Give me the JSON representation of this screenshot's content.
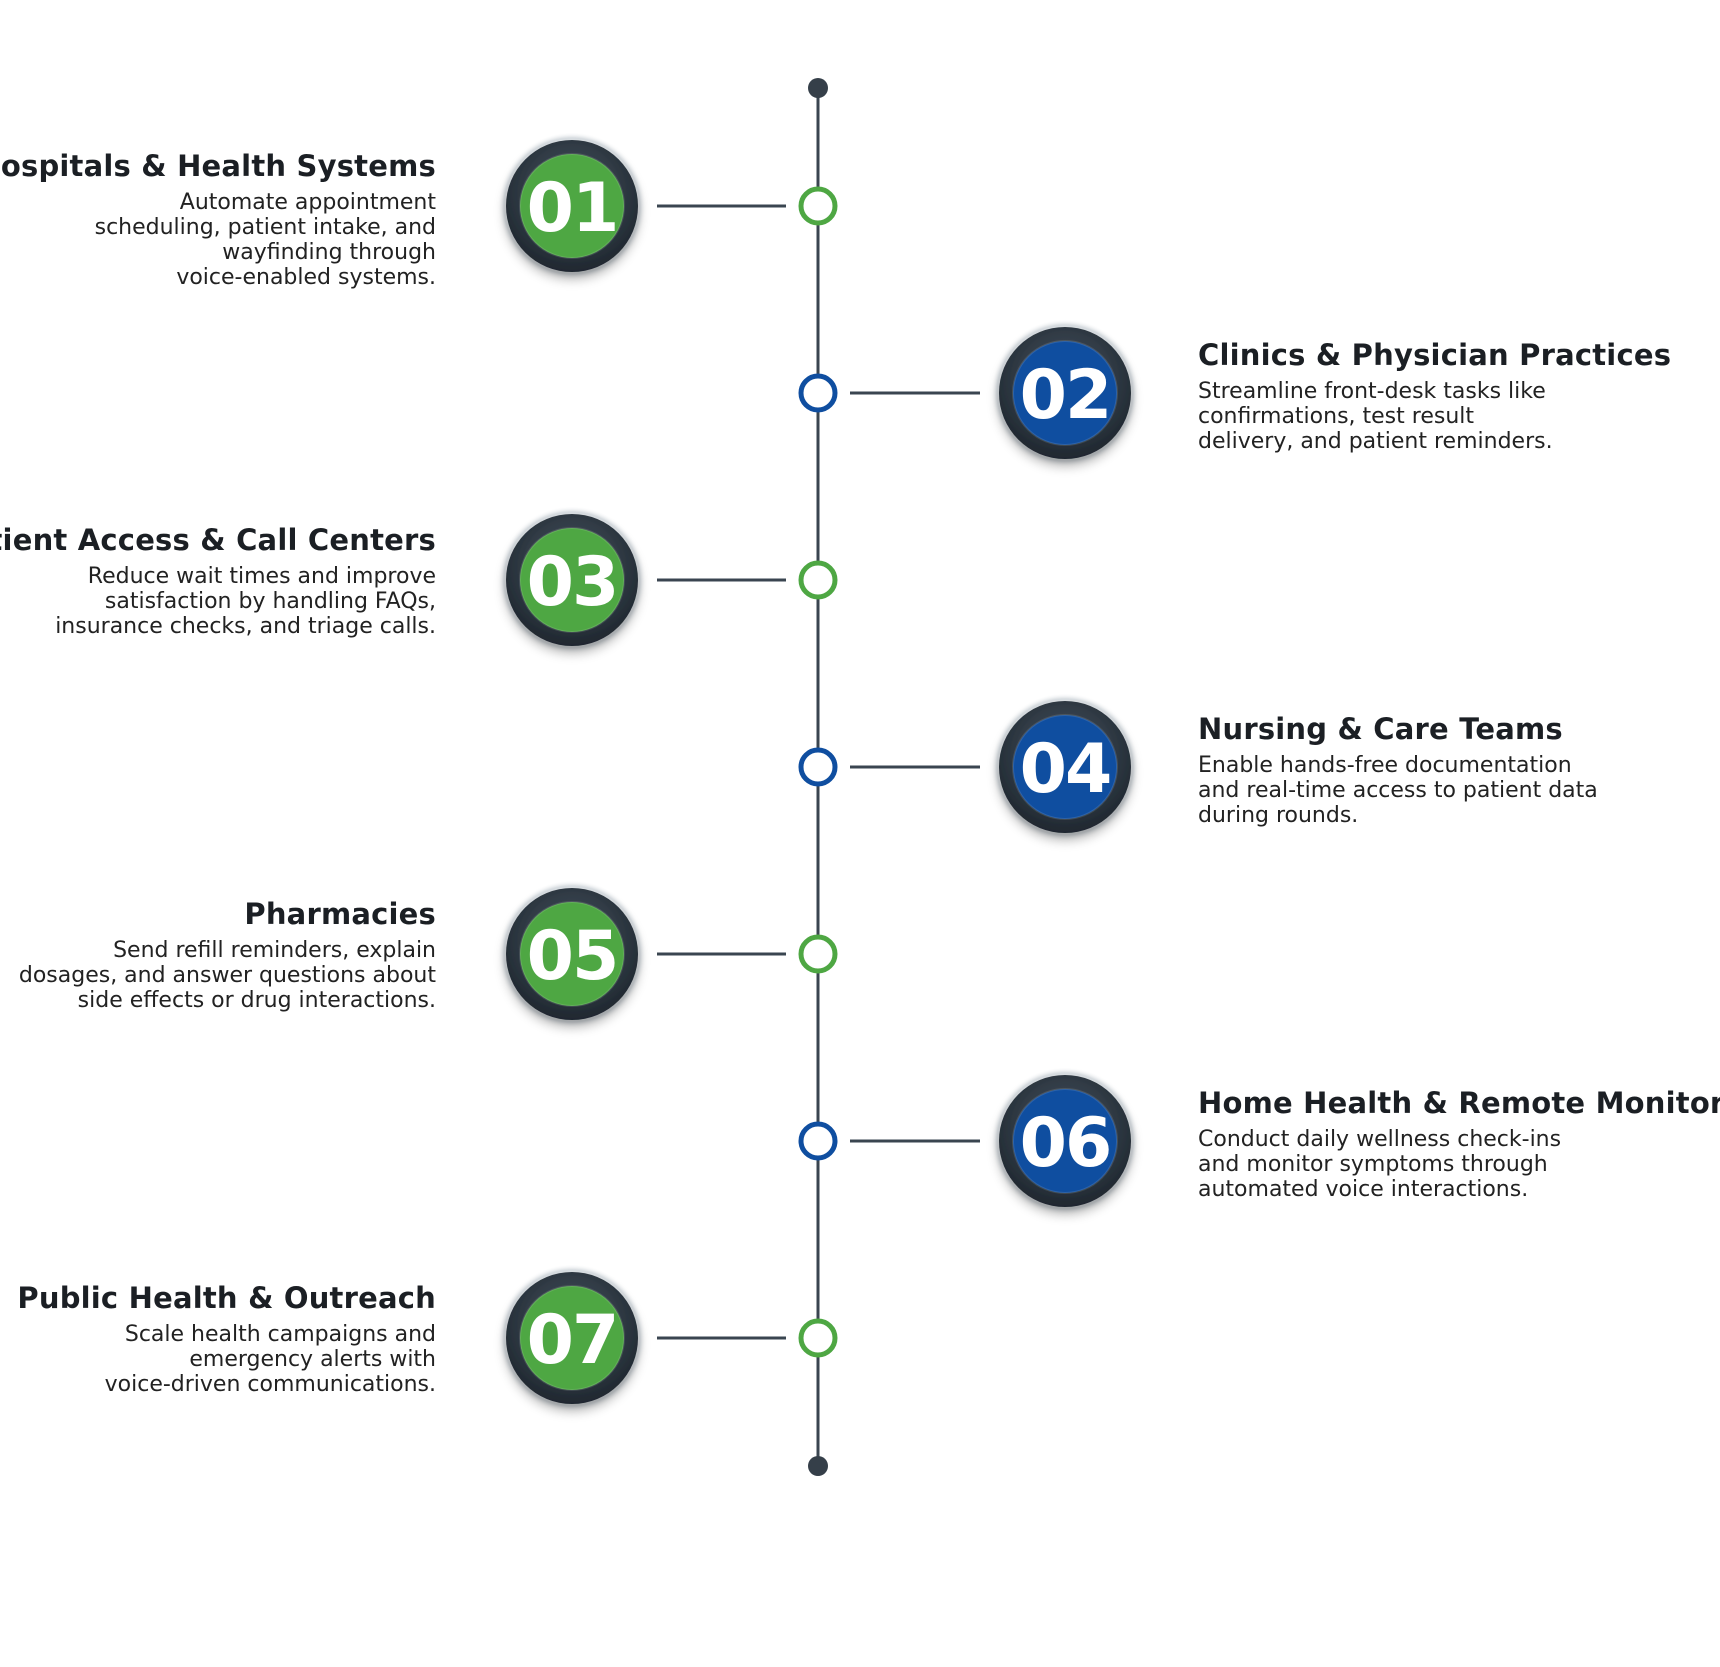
{
  "colors": {
    "green": "#4ea743",
    "blue": "#0f4ea0",
    "dark_ring": "#2f3a44",
    "line": "#3a4550",
    "text": "#1b1f24"
  },
  "items": [
    {
      "number": "01",
      "color": "green",
      "side": "left",
      "title": "Hospitals & Health Systems",
      "description": "Automate appointment\nscheduling, patient intake, and\nwayfinding through\nvoice-enabled systems."
    },
    {
      "number": "02",
      "color": "blue",
      "side": "right",
      "title": "Clinics & Physician Practices",
      "description": "Streamline front-desk tasks like\nconfirmations, test result\ndelivery, and patient reminders."
    },
    {
      "number": "03",
      "color": "green",
      "side": "left",
      "title": "Patient Access & Call Centers",
      "description": "Reduce wait times and improve\nsatisfaction by handling FAQs,\ninsurance checks, and triage calls."
    },
    {
      "number": "04",
      "color": "blue",
      "side": "right",
      "title": "Nursing & Care Teams",
      "description": "Enable hands-free documentation\nand real-time access to patient data\nduring rounds."
    },
    {
      "number": "05",
      "color": "green",
      "side": "left",
      "title": "Pharmacies",
      "description": "Send refill reminders, explain\ndosages, and answer questions about\nside effects or drug interactions."
    },
    {
      "number": "06",
      "color": "blue",
      "side": "right",
      "title": "Home Health & Remote Monitoring",
      "description": "Conduct daily wellness check-ins\nand monitor symptoms through\nautomated voice interactions."
    },
    {
      "number": "07",
      "color": "green",
      "side": "left",
      "title": "Public Health & Outreach",
      "description": "Scale health campaigns and\nemergency alerts with\nvoice-driven communications."
    }
  ]
}
